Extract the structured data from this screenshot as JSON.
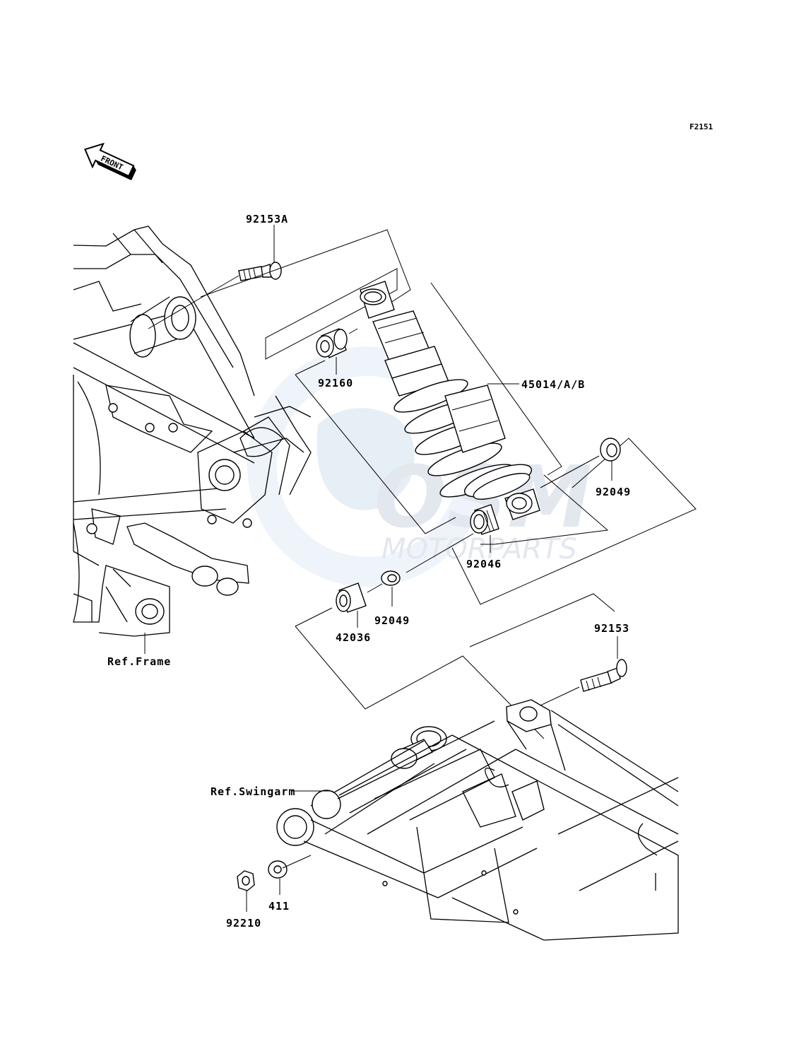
{
  "diagram": {
    "code": "F2151",
    "front_label": "FRONT",
    "watermark": {
      "brand": "OSM",
      "subtitle": "MOTORPARTS",
      "color": "#d9e6f2"
    },
    "labels": {
      "p92153A": "92153A",
      "p92160": "92160",
      "p45014": "45014/A/B",
      "p92049_right": "92049",
      "p92046": "92046",
      "p92049_mid": "92049",
      "p42036": "42036",
      "ref_frame": "Ref.Frame",
      "p92153": "92153",
      "ref_swingarm": "Ref.Swingarm",
      "p411": "411",
      "p92210": "92210"
    }
  }
}
